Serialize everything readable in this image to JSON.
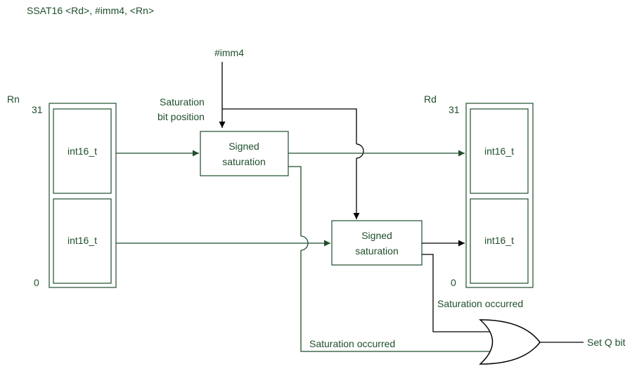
{
  "title": "SSAT16 <Rd>, #imm4, <Rn>",
  "imm_label": "#imm4",
  "sat_pos_label": [
    "Saturation",
    "bit position"
  ],
  "rn": {
    "name": "Rn",
    "top": "31",
    "bottom": "0",
    "upper": "int16_t",
    "lower": "int16_t"
  },
  "rd": {
    "name": "Rd",
    "top": "31",
    "bottom": "0",
    "upper": "int16_t",
    "lower": "int16_t"
  },
  "sat_upper": [
    "Signed",
    "saturation"
  ],
  "sat_lower": [
    "Signed",
    "saturation"
  ],
  "occurred_right": "Saturation occurred",
  "occurred_left": "Saturation occurred",
  "output": "Set Q bit",
  "colors": {
    "green": "#1f4e2c",
    "black": "#000000"
  }
}
